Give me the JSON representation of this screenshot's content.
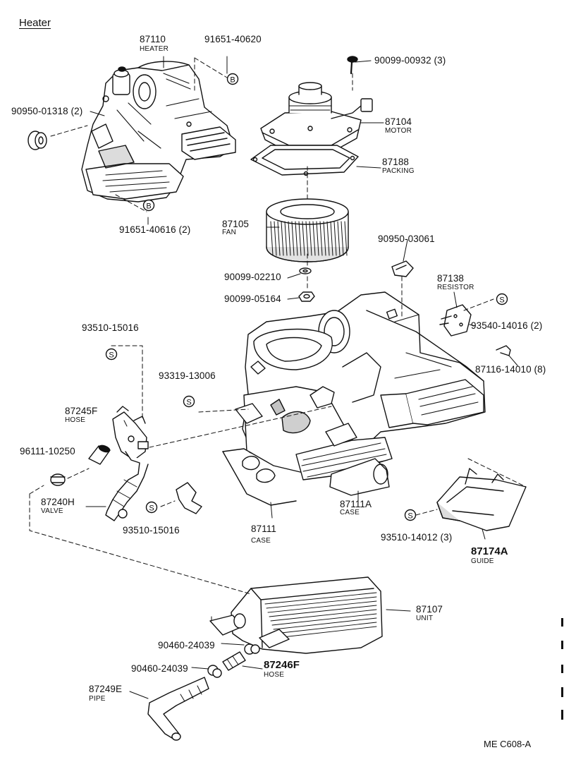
{
  "title": "Heater",
  "code": "ME  C608-A",
  "badge_letter": "S",
  "badge_letter_b": "B",
  "labels": {
    "p87110": "87110",
    "p87110_cap": "HEATER",
    "p91651_40620": "91651-40620",
    "p90950_01318": "90950-01318 (2)",
    "p91651_40616": "91651-40616 (2)",
    "p90099_00932": "90099-00932 (3)",
    "p87104": "87104",
    "p87104_cap": "MOTOR",
    "p87188": "87188",
    "p87188_cap": "PACKING",
    "p87105": "87105",
    "p87105_cap": "FAN",
    "p90950_03061": "90950-03061",
    "p90099_02210": "90099-02210",
    "p87138": "87138",
    "p87138_cap": "RESISTOR",
    "p90099_05164": "90099-05164",
    "p93540_14016": "93540-14016 (2)",
    "p93510_15016_top": "93510-15016",
    "p87116_14010": "87116-14010 (8)",
    "p93319_13006": "93319-13006",
    "p87245f": "87245F",
    "p87245f_cap": "HOSE",
    "p96111_10250": "96111-10250",
    "p87240h": "87240H",
    "p87240h_cap": "VALVE",
    "p93510_15016_bot": "93510-15016",
    "p87111": "87111",
    "p87111_cap": "CASE",
    "p87111a": "87111A",
    "p87111a_cap": "CASE",
    "p93510_14012": "93510-14012 (3)",
    "p87174a": "87174A",
    "p87174a_cap": "GUIDE",
    "p87107": "87107",
    "p87107_cap": "UNIT",
    "p90460_24039_a": "90460-24039",
    "p90460_24039_b": "90460-24039",
    "p87246f": "87246F",
    "p87246f_cap": "HOSE",
    "p87249e": "87249E",
    "p87249e_cap": "PIPE"
  }
}
